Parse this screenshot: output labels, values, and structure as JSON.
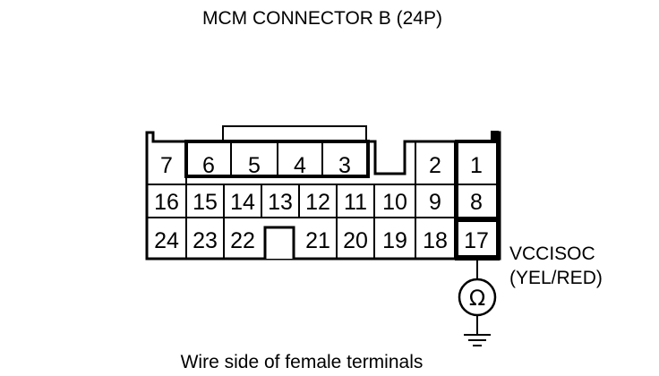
{
  "title": "MCM CONNECTOR B (24P)",
  "caption": "Wire side of female terminals",
  "probe": {
    "terminal": "17",
    "wire_name": "VCCISOC",
    "wire_color": "(YEL/RED)",
    "meter_symbol": "Ω",
    "meter_icon": "ohmmeter-icon",
    "ground_icon": "ground-icon"
  },
  "pins": {
    "row1": [
      "7",
      "6",
      "5",
      "4",
      "3",
      "2",
      "1"
    ],
    "row2": [
      "16",
      "15",
      "14",
      "13",
      "12",
      "11",
      "10",
      "9",
      "8"
    ],
    "row3": [
      "24",
      "23",
      "22",
      "21",
      "20",
      "19",
      "18",
      "17"
    ]
  }
}
